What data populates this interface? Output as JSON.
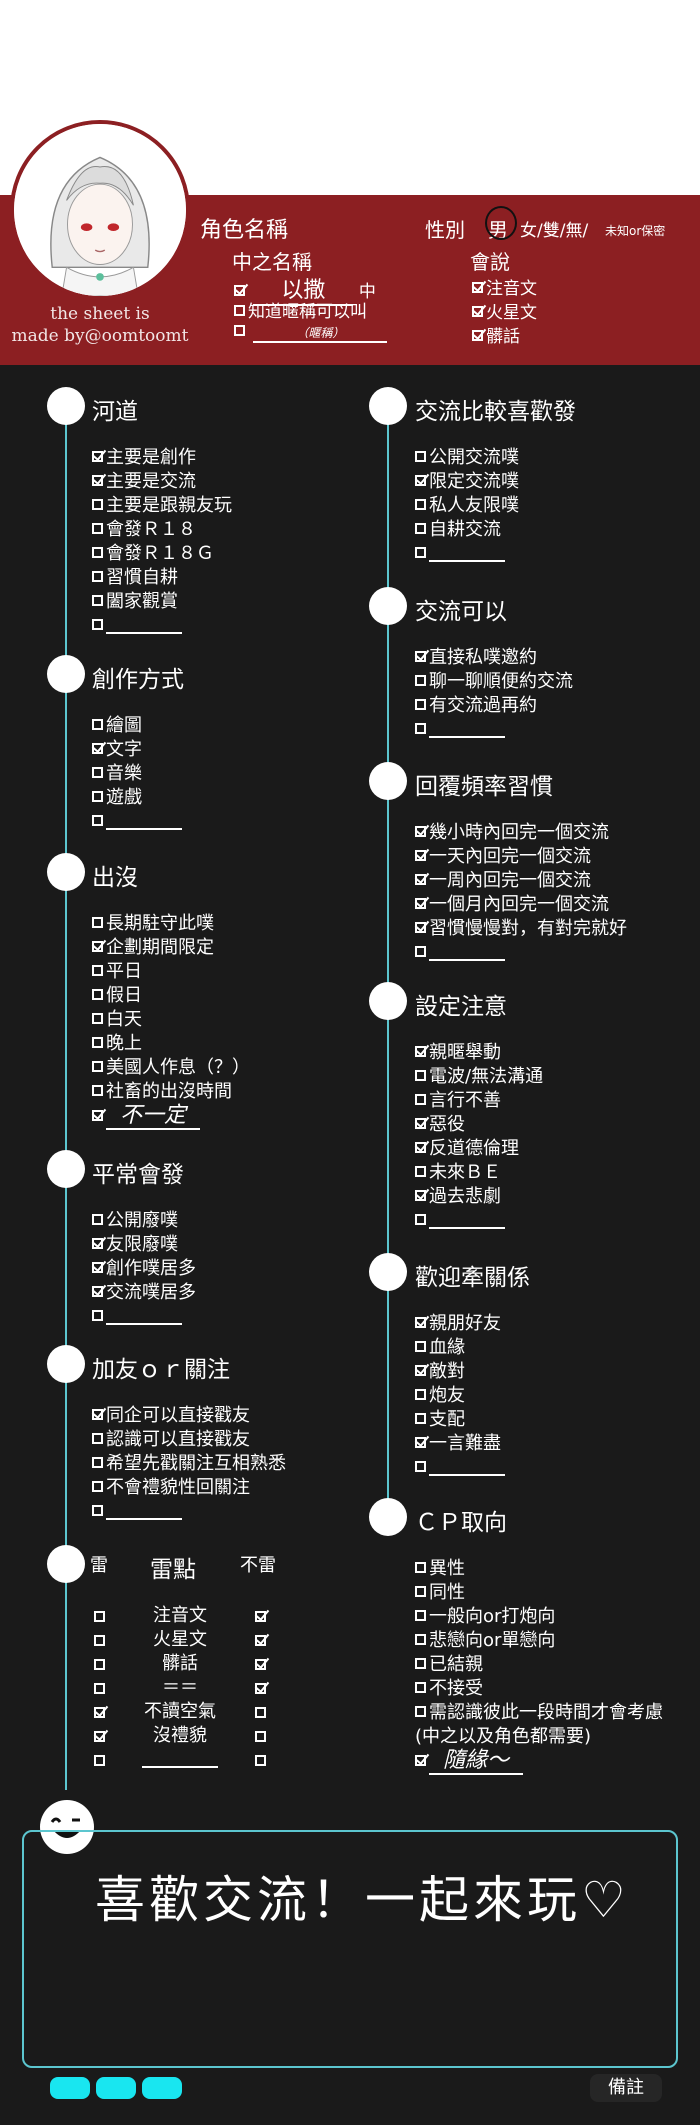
{
  "header": {
    "credit": [
      "the sheet is",
      "made by@oomtoomt"
    ],
    "name_label": "角色名稱",
    "gender_label": "性別",
    "gender_options": [
      "男",
      "女/雙/無/",
      "未知or保密"
    ],
    "cn_label": "中之名稱",
    "cn_value": "以撒",
    "cn_suffix": "中",
    "cn_opt2": "知道暱稱可以叫",
    "cn_opt3": "（暱稱）",
    "lang_label": "會說",
    "langs": [
      "注音文",
      "火星文",
      "髒話"
    ]
  },
  "left": [
    {
      "title": "河道",
      "items": [
        {
          "t": "主要是創作",
          "c": true
        },
        {
          "t": "主要是交流",
          "c": true
        },
        {
          "t": "主要是跟親友玩",
          "c": false
        },
        {
          "t": "會發Ｒ１８",
          "c": false
        },
        {
          "t": "會發Ｒ１８Ｇ",
          "c": false
        },
        {
          "t": "習慣自耕",
          "c": false
        },
        {
          "t": "闔家觀賞",
          "c": false
        },
        {
          "t": "",
          "c": false,
          "blank": true
        }
      ]
    },
    {
      "title": "創作方式",
      "items": [
        {
          "t": "繪圖",
          "c": false
        },
        {
          "t": "文字",
          "c": true
        },
        {
          "t": "音樂",
          "c": false
        },
        {
          "t": "遊戲",
          "c": false
        },
        {
          "t": "",
          "c": false,
          "blank": true
        }
      ]
    },
    {
      "title": "出沒",
      "items": [
        {
          "t": "長期駐守此噗",
          "c": false
        },
        {
          "t": "企劃期間限定",
          "c": true
        },
        {
          "t": "平日",
          "c": false
        },
        {
          "t": "假日",
          "c": false
        },
        {
          "t": "白天",
          "c": false
        },
        {
          "t": "晚上",
          "c": false
        },
        {
          "t": "美國人作息（？）",
          "c": false
        },
        {
          "t": "社畜的出沒時間",
          "c": false
        },
        {
          "t": "不一定",
          "c": true,
          "hand": true
        }
      ]
    },
    {
      "title": "平常會發",
      "items": [
        {
          "t": "公開廢噗",
          "c": false
        },
        {
          "t": "友限廢噗",
          "c": true
        },
        {
          "t": "創作噗居多",
          "c": true
        },
        {
          "t": "交流噗居多",
          "c": true
        },
        {
          "t": "",
          "c": false,
          "blank": true
        }
      ]
    },
    {
      "title": "加友ｏｒ關注",
      "items": [
        {
          "t": "同企可以直接戳友",
          "c": true
        },
        {
          "t": "認識可以直接戳友",
          "c": false
        },
        {
          "t": "希望先戳關注互相熟悉",
          "c": false
        },
        {
          "t": "不會禮貌性回關注",
          "c": false
        },
        {
          "t": "",
          "c": false,
          "blank": true
        }
      ]
    }
  ],
  "thunder": {
    "title": "雷點",
    "left_head": "雷",
    "right_head": "不雷",
    "rows": [
      {
        "t": "注音文",
        "l": false,
        "r": true
      },
      {
        "t": "火星文",
        "l": false,
        "r": true
      },
      {
        "t": "髒話",
        "l": false,
        "r": true
      },
      {
        "t": "＝＝",
        "l": false,
        "r": true
      },
      {
        "t": "不讀空氣",
        "l": true,
        "r": false
      },
      {
        "t": "沒禮貌",
        "l": true,
        "r": false
      },
      {
        "t": "",
        "l": false,
        "r": false,
        "blank": true
      }
    ]
  },
  "right": [
    {
      "title": "交流比較喜歡發",
      "items": [
        {
          "t": "公開交流噗",
          "c": false
        },
        {
          "t": "限定交流噗",
          "c": true
        },
        {
          "t": "私人友限噗",
          "c": false
        },
        {
          "t": "自耕交流",
          "c": false
        },
        {
          "t": "",
          "c": false,
          "blank": true
        }
      ]
    },
    {
      "title": "交流可以",
      "items": [
        {
          "t": "直接私噗邀約",
          "c": true
        },
        {
          "t": "聊一聊順便約交流",
          "c": false
        },
        {
          "t": "有交流過再約",
          "c": false
        },
        {
          "t": "",
          "c": false,
          "blank": true
        }
      ]
    },
    {
      "title": "回覆頻率習慣",
      "items": [
        {
          "t": "幾小時內回完一個交流",
          "c": true
        },
        {
          "t": "一天內回完一個交流",
          "c": true
        },
        {
          "t": "一周內回完一個交流",
          "c": true
        },
        {
          "t": "一個月內回完一個交流",
          "c": true
        },
        {
          "t": "習慣慢慢對，有對完就好",
          "c": true
        },
        {
          "t": "",
          "c": false,
          "blank": true
        }
      ]
    },
    {
      "title": "設定注意",
      "items": [
        {
          "t": "親暱舉動",
          "c": true
        },
        {
          "t": "電波/無法溝通",
          "c": false
        },
        {
          "t": "言行不善",
          "c": false
        },
        {
          "t": "惡役",
          "c": true
        },
        {
          "t": "反道德倫理",
          "c": true
        },
        {
          "t": "未來ＢＥ",
          "c": false
        },
        {
          "t": "過去悲劇",
          "c": true
        },
        {
          "t": "",
          "c": false,
          "blank": true
        }
      ]
    },
    {
      "title": "歡迎牽關係",
      "items": [
        {
          "t": "親朋好友",
          "c": true
        },
        {
          "t": "血緣",
          "c": false
        },
        {
          "t": "敵對",
          "c": true
        },
        {
          "t": "炮友",
          "c": false
        },
        {
          "t": "支配",
          "c": false
        },
        {
          "t": "一言難盡",
          "c": true
        },
        {
          "t": "",
          "c": false,
          "blank": true
        }
      ]
    },
    {
      "title": "ＣＰ取向",
      "items": [
        {
          "t": "異性",
          "c": false
        },
        {
          "t": "同性",
          "c": false
        },
        {
          "t": "一般向or打炮向",
          "c": false
        },
        {
          "t": "悲戀向or單戀向",
          "c": false
        },
        {
          "t": "已結親",
          "c": false
        },
        {
          "t": "不接受",
          "c": false
        },
        {
          "t": "需認識彼此一段時間才會考慮",
          "c": false
        },
        {
          "t": "(中之以及角色都需要)",
          "c": false,
          "nobox": true
        },
        {
          "t": "隨緣～",
          "c": true,
          "hand": true
        }
      ]
    }
  ],
  "footer": {
    "message": "喜歡交流！一起來玩♡",
    "note_tab": "備註"
  }
}
